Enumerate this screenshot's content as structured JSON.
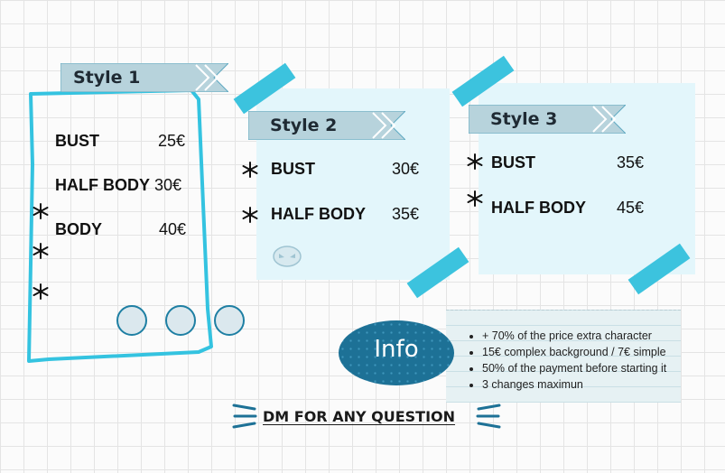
{
  "styles": [
    {
      "title": "Style 1",
      "items": [
        {
          "name": "BUST",
          "price": "25€"
        },
        {
          "name": "HALF BODY",
          "price": "30€"
        },
        {
          "name": "BODY",
          "price": "40€"
        }
      ]
    },
    {
      "title": "Style 2",
      "items": [
        {
          "name": "BUST",
          "price": "30€"
        },
        {
          "name": "HALF BODY",
          "price": "35€"
        }
      ]
    },
    {
      "title": "Style 3",
      "items": [
        {
          "name": "BUST",
          "price": "35€"
        },
        {
          "name": "HALF BODY",
          "price": "45€"
        }
      ]
    }
  ],
  "info": {
    "badge": "Info",
    "notes": [
      "+ 70% of the price extra character",
      "15€ complex background / 7€ simple",
      "50% of the payment before starting it",
      "3 changes maximun"
    ]
  },
  "footer": {
    "cta": "DM FOR ANY QUESTION"
  },
  "colors": {
    "accent": "#3cc3de",
    "dark_blue": "#1d7196",
    "ribbon": "#b7d3dc",
    "card": "#e3f6fb"
  }
}
